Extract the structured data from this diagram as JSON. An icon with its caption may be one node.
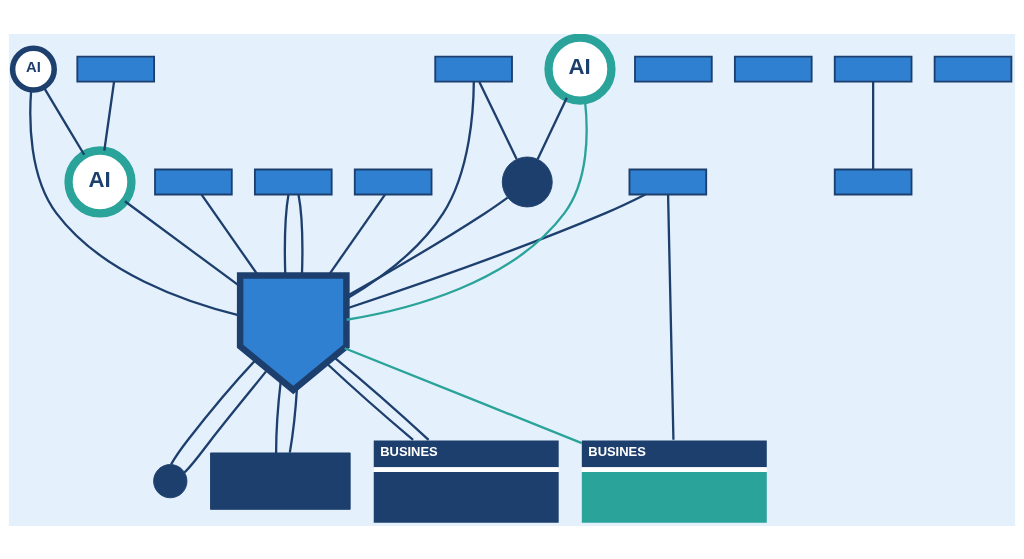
{
  "diagram": {
    "nodes": [
      {
        "text": [
          "AI"
        ]
      },
      {
        "text": [],
        "shape": "box"
      },
      {
        "text": [],
        "shape": "box"
      },
      {
        "text": [
          "AI"
        ]
      },
      {
        "text": [],
        "shape": "box"
      },
      {
        "text": [],
        "shape": "box"
      },
      {
        "text": [],
        "shape": "box"
      },
      {
        "text": [],
        "shape": "box"
      },
      {
        "text": [],
        "shape": "box"
      },
      {
        "text": [],
        "shape": "shield"
      },
      {
        "text": [],
        "shape": "box"
      },
      {
        "text": [],
        "shape": "box"
      },
      {
        "text": [],
        "shape": "box"
      },
      {
        "text": [],
        "shape": "box"
      },
      {
        "text": [
          "BUSINES"
        ]
      },
      {
        "text": [],
        "shape": "circle"
      },
      {
        "text": [
          "AI"
        ]
      },
      {
        "text": [],
        "shape": "circle"
      },
      {
        "text": [],
        "shape": "box"
      },
      {
        "text": [
          "BUSINES"
        ]
      }
    ],
    "edges": [
      {
        "from": 0,
        "to": 3,
        "arrow": "none"
      },
      {
        "from": 0,
        "to": 9,
        "arrow": "none"
      },
      {
        "from": 2,
        "to": 3,
        "arrow": "none"
      },
      {
        "from": 3,
        "to": 9,
        "arrow": "none"
      },
      {
        "from": 1,
        "to": 9,
        "arrow": "none"
      },
      {
        "from": 7,
        "to": 9,
        "arrow": "none"
      },
      {
        "from": 6,
        "to": 9,
        "arrow": "none"
      },
      {
        "from": 6,
        "to": 9,
        "arrow": "none"
      },
      {
        "from": 8,
        "to": 11,
        "arrow": "none"
      },
      {
        "from": 12,
        "to": 9,
        "arrow": "none"
      },
      {
        "from": 13,
        "to": 9,
        "arrow": "none"
      },
      {
        "from": 13,
        "to": 14,
        "arrow": "none"
      },
      {
        "from": 12,
        "to": 15,
        "arrow": "none"
      },
      {
        "from": 15,
        "to": 9,
        "arrow": "none"
      },
      {
        "from": 16,
        "to": 15,
        "arrow": "none"
      },
      {
        "from": 16,
        "to": 9,
        "arrow": "none",
        "color": "#2aa39a"
      },
      {
        "from": 9,
        "to": 14,
        "arrow": "none",
        "color": "#2aa39a"
      },
      {
        "from": 9,
        "to": 17,
        "arrow": "none"
      },
      {
        "from": 9,
        "to": 17,
        "arrow": "none"
      },
      {
        "from": 9,
        "to": 18,
        "arrow": "none"
      },
      {
        "from": 9,
        "to": 18,
        "arrow": "none"
      },
      {
        "from": 9,
        "to": 19,
        "arrow": "none"
      },
      {
        "from": 9,
        "to": 19,
        "arrow": "none"
      }
    ]
  }
}
